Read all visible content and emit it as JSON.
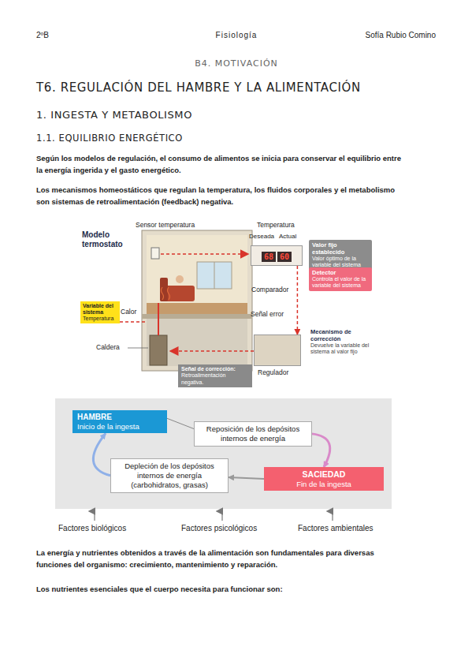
{
  "diagram": {
    "title": "T6. REGULACIÓN DEL HAMBRE Y LA ALIMENTACIÓN",
    "nodes": [
      {
        "text": [
          "Valor fijo establecido",
          "Valor óptimo de la variable del sistema"
        ]
      },
      {
        "text": [
          "68",
          "60",
          "Comparador"
        ]
      },
      {
        "text": [
          "Detector",
          "Controla el valor de la variable del sistema"
        ]
      },
      {
        "text": [
          "Variable del sistema",
          "Temperatura"
        ]
      },
      {
        "text": [
          "Mecanismo de corrección",
          "Devuelve la variable del sistema al valor fijo"
        ]
      },
      {
        "text": [
          "Regulador"
        ]
      },
      {
        "text": [
          "Señal de corrección:",
          "Retroalimentación negativa."
        ]
      },
      {
        "text": [
          "HAMBRE",
          "Inicio de la ingesta"
        ]
      },
      {
        "text": [
          "Reposición de los depósitos internos de energía"
        ]
      },
      {
        "text": [
          "Depleción de los depósitos internos de energía",
          "(carbohidratos, grasas)"
        ]
      },
      {
        "text": [
          "SACIEDAD",
          "Fin de la ingesta"
        ]
      }
    ],
    "edges": [
      {
        "from": 1,
        "to": 5,
        "label": "Señal error",
        "arrow": "to"
      },
      {
        "from": 7,
        "to": 8,
        "arrow": "none"
      },
      {
        "from": 8,
        "to": 10,
        "arrow": "to"
      },
      {
        "from": 10,
        "to": 9,
        "arrow": "to"
      },
      {
        "from": 9,
        "to": 7,
        "arrow": "to"
      }
    ],
    "labels": [
      "2ºB",
      "Fisiología",
      "Sofía Rubio Comino",
      "B4. MOTIVACIÓN",
      "1. INGESTA Y METABOLISMO",
      "1.1. EQUILIBRIO ENERGÉTICO",
      "Según los modelos de regulación, el consumo de alimentos se inicia para conservar el equilibrio entre la energía ingerida y el gasto energético.",
      "Los mecanismos homeostáticos que regulan la temperatura, los fluidos corporales y el metabolismo son sistemas de retroalimentación (feedback) negativa.",
      "Modelo termostato",
      "Sensor temperatura",
      "Temperatura",
      "Deseada",
      "Actual",
      "Calor",
      "Caldera",
      "Factores biológicos",
      "Factores psicológicos",
      "Factores ambientales",
      "La energía y nutrientes obtenidos a través de la alimentación son fundamentales para diversas funciones del organismo: crecimiento, mantenimiento y reparación.",
      "Los nutrientes esenciales que el cuerpo necesita para funcionar son:"
    ]
  }
}
